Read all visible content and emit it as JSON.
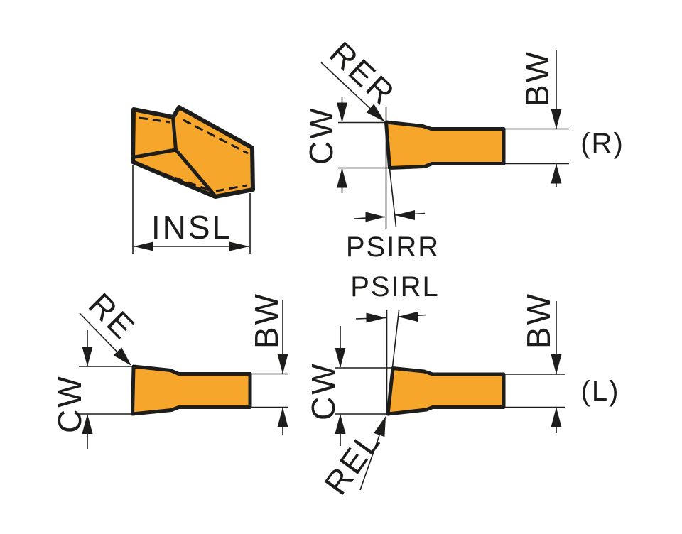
{
  "title": "Grooving insert dimension drawing",
  "colors": {
    "insert_fill": "#F6A72B",
    "line_ink": "#1D1D1B",
    "background": "#FFFFFF"
  },
  "labels": {
    "iso": {
      "insert_length": "INSL"
    },
    "right_hand": {
      "corner_radius": "RER",
      "cutting_width": "CW",
      "shank_width": "BW",
      "lead_angle": "PSIRR",
      "hand": "(R)"
    },
    "neutral": {
      "corner_radius": "RE",
      "cutting_width": "CW",
      "shank_width": "BW"
    },
    "left_hand": {
      "lead_angle": "PSIRL",
      "corner_radius": "REL",
      "cutting_width": "CW",
      "shank_width": "BW",
      "hand": "(L)"
    }
  }
}
